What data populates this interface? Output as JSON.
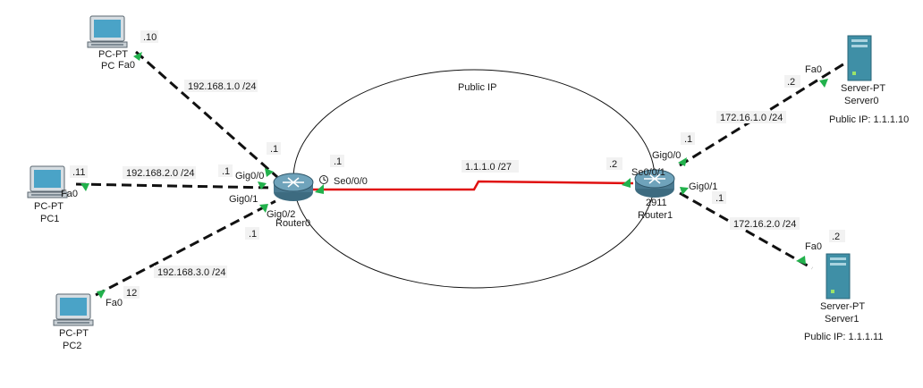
{
  "diagram": {
    "cloud_label": "Public IP",
    "colors": {
      "ethernet_link": "#111111",
      "serial_link": "#e01010",
      "link_up": "#22b14c",
      "server_body": "#3f8fa6",
      "router_body": "#4a7a91",
      "pc_screen": "#4aa3c7",
      "label_bg": "#f2f2f2"
    },
    "devices": {
      "pc": {
        "type": "PC-PT",
        "name": "PC"
      },
      "pc1": {
        "type": "PC-PT",
        "name": "PC1"
      },
      "pc2": {
        "type": "PC-PT",
        "name": "PC2"
      },
      "router0": {
        "type": "",
        "name": "Router0"
      },
      "router1": {
        "type": "2911",
        "name": "Router1"
      },
      "server0": {
        "type": "Server-PT",
        "name": "Server0",
        "public_ip": "Public IP: 1.1.1.10"
      },
      "server1": {
        "type": "Server-PT",
        "name": "Server1",
        "public_ip": "Public IP: 1.1.1.11"
      }
    },
    "networks": {
      "net1": "192.168.1.0 /24",
      "net2": "192.168.2.0 /24",
      "net3": "192.168.3.0 /24",
      "wan": "1.1.1.0 /27",
      "net4": "172.16.1.0 /24",
      "net5": "172.16.2.0 /24"
    },
    "host_labels": {
      "pc_host": ".10",
      "pc1_host": ".11",
      "pc2_host": "12",
      "r0_g00_host": ".1",
      "r0_g01_host": ".1",
      "r0_g02_host": ".1",
      "r0_s0_host": ".1",
      "r1_s0_host": ".2",
      "r1_g00_host": ".1",
      "r1_g01_host": ".1",
      "server0_host": ".2",
      "server1_host": ".2"
    },
    "interfaces": {
      "pc_if": "Fa0",
      "pc1_if": "Fa0",
      "pc2_if": "Fa0",
      "r0_g00": "Gig0/0",
      "r0_g01": "Gig0/1",
      "r0_g02": "Gig0/2",
      "r0_s0": "Se0/0/0",
      "r1_s0": "Se0/0/1",
      "r1_g00": "Gig0/0",
      "r1_g01": "Gig0/1",
      "server0_if": "Fa0",
      "server1_if": "Fa0"
    }
  }
}
